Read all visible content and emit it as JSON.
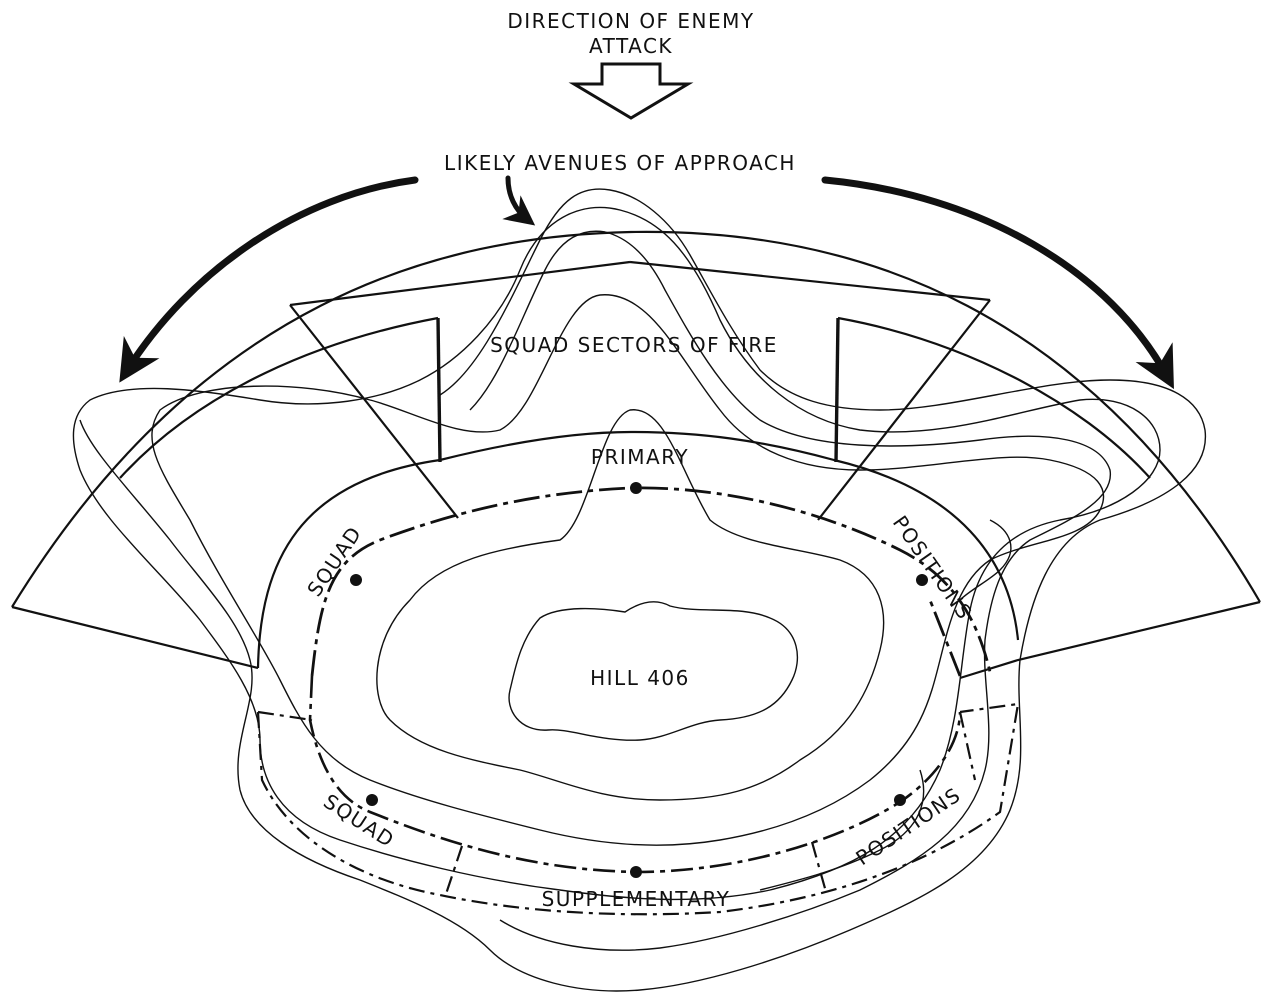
{
  "labels": {
    "direction": "DIRECTION OF ENEMY",
    "direction_cont": "ATTACK",
    "avenues": "LIKELY AVENUES OF APPROACH",
    "sectors": "SQUAD SECTORS OF FIRE",
    "primary": "PRIMARY",
    "squad_primary": "SQUAD",
    "positions_primary": "POSITIONS",
    "hill": "HILL 406",
    "squad_supplementary": "SQUAD",
    "positions_supplementary": "POSITIONS",
    "supplementary": "SUPPLEMENTARY"
  },
  "icons": {
    "attack_arrow": "hollow-down-arrow-icon",
    "avenue_arrows": "curved-arrow-icon",
    "position_marker": "filled-dot-icon"
  },
  "colors": {
    "ink": "#111111",
    "paper": "#ffffff"
  }
}
